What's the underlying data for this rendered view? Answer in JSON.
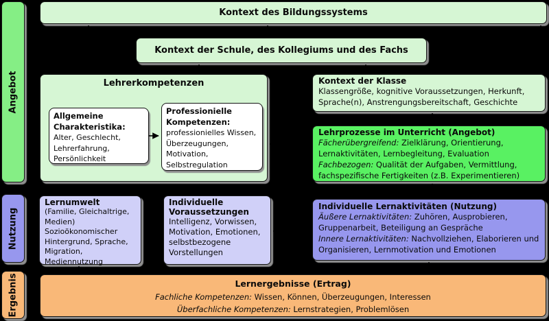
{
  "colors": {
    "background": "#000000",
    "pale_green": "#d6f6d4",
    "vivid_green": "#59f162",
    "pale_lavender": "#d0d0f8",
    "medium_purple": "#9797ee",
    "orange": "#f9b878",
    "sidebar_green": "#85ee85",
    "shadow_gray": "#8f8f8f"
  },
  "sidebar": {
    "angebot": "Angebot",
    "nutzung": "Nutzung",
    "ergebnis": "Ergebnis"
  },
  "boxes": {
    "bildungssystem": {
      "title": "Kontext des Bildungssystems"
    },
    "schule": {
      "title": "Kontext der Schule, des Kollegiums und des Fachs"
    },
    "lehrerkompetenzen": {
      "title": "Lehrerkompetenzen",
      "allgemeine": {
        "title_line1": "Allgemeine",
        "title_line2": "Charakteristika:",
        "body": "Alter, Geschlecht, Lehrerfahrung, Persönlichkeit"
      },
      "professionelle": {
        "title_line1": "Professionielle",
        "title_line2": "Kompetenzen:",
        "body": "professionielles Wissen, Überzeugungen, Motivation, Selbstregulation"
      }
    },
    "klasse": {
      "title": "Kontext der Klasse",
      "body": "Klassengröße, kognitive Voraussetzungen, Herkunft, Sprache(n), Anstrengungsbereitschaft, Geschichte"
    },
    "lehrprozesse": {
      "title": "Lehrprozesse im Unterricht (Angebot)",
      "item1_label": "Fächerübergreifend:",
      "item1_text": " Zielklärung, Orientierung, Lernaktivitäten, Lernbegleitung, Evaluation",
      "item2_label": "Fachbezogen:",
      "item2_text": " Qualität der Aufgaben, Vermittlung, fachspezifische Fertigkeiten (z.B. Experimentieren)"
    },
    "lernumwelt": {
      "title": "Lernumwelt",
      "body1": "(Familie, Gleichaltrige, Medien)",
      "body2": "Sozioökonomischer Hintergrund, Sprache, Migration, Mediennutzung"
    },
    "voraussetzungen": {
      "title_line1": "Individuelle",
      "title_line2": "Voraussetzungen",
      "body": "Intelligenz, Vorwissen, Motivation, Emotionen, selbstbezogene Vorstellungen"
    },
    "lernaktivitaeten": {
      "title": "Individuelle Lernaktivitäten (Nutzung)",
      "item1_label": "Äußere Lernaktivitäten:",
      "item1_text": " Zuhören, Ausprobieren, Gruppenarbeit, Beteiligung an Gespräche",
      "item2_label": "Innere Lernaktivitäten:",
      "item2_text": " Nachvollziehen, Elaborieren und Organisieren, Lernmotivation und Emotionen"
    },
    "lernergebnisse": {
      "title": "Lernergebnisse (Ertrag)",
      "item1_label": "Fachliche Kompetenzen:",
      "item1_text": " Wissen, Können, Überzeugungen, Interessen",
      "item2_label": "Überfachliche Kompetenzen:",
      "item2_text": " Lernstrategien, Problemlösen"
    }
  }
}
